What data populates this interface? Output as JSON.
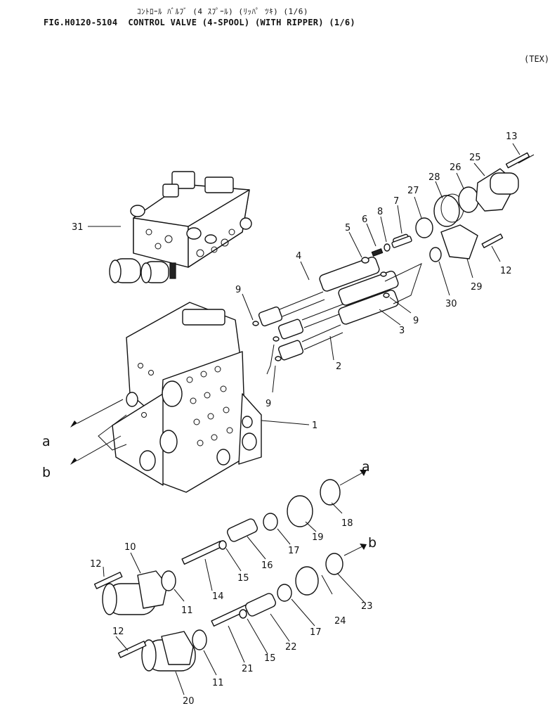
{
  "header": {
    "title_jp": "ｺﾝﾄﾛｰﾙ ﾊﾞﾙﾌﾞ (4 ｽﾌﾟｰﾙ) (ﾘｯﾊﾟ ﾂｷ) (1/6)",
    "title_en": "FIG.H0120-5104  CONTROL VALVE (4-SPOOL) (WITH RIPPER) (1/6)",
    "corner_note": "(TEX)"
  },
  "callouts": {
    "p1": "1",
    "p2": "2",
    "p3": "3",
    "p4": "4",
    "p5": "5",
    "p6": "6",
    "p7": "7",
    "p8": "8",
    "p9a": "9",
    "p9b": "9",
    "p9c": "9",
    "p10": "10",
    "p11a": "11",
    "p11b": "11",
    "p12a": "12",
    "p12b": "12",
    "p12c": "12",
    "p13": "13",
    "p14": "14",
    "p15a": "15",
    "p15b": "15",
    "p16": "16",
    "p17a": "17",
    "p17b": "17",
    "p18": "18",
    "p19": "19",
    "p20": "20",
    "p21": "21",
    "p22": "22",
    "p23": "23",
    "p24": "24",
    "p25": "25",
    "p26": "26",
    "p27": "27",
    "p28": "28",
    "p29": "29",
    "p30": "30",
    "p31": "31",
    "ref_a_left": "a",
    "ref_b_left": "b",
    "ref_a_right": "a",
    "ref_b_right": "b"
  }
}
